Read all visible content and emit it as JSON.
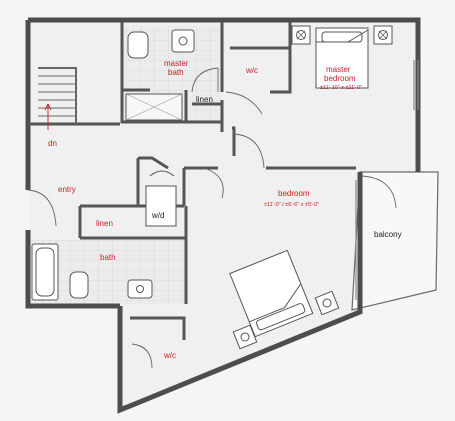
{
  "rooms": {
    "master_bath": {
      "line1": "master",
      "line2": "bath"
    },
    "linen_top": "linen",
    "wic_top": "w/c",
    "master_bedroom": {
      "line1": "master",
      "line2": "bedroom",
      "dims": "±11'-10\" x ±11'-0\""
    },
    "stair_direction": "dn",
    "entry": "entry",
    "linen_mid": "linen",
    "washer_dryer": "w/d",
    "bedroom": {
      "name": "bedroom",
      "dims": "±11'-0\" / ±6'-6\" x ±5'-0\""
    },
    "balcony": "balcony",
    "bath": "bath",
    "wic_bottom": "w/c"
  },
  "colors": {
    "wall": "#5a5a5a",
    "floor": "#efefef",
    "speckle": "#c8c8c8",
    "tile": "#e8e8e8",
    "label_red": "#c8202a",
    "background": "#f5f5f5"
  }
}
